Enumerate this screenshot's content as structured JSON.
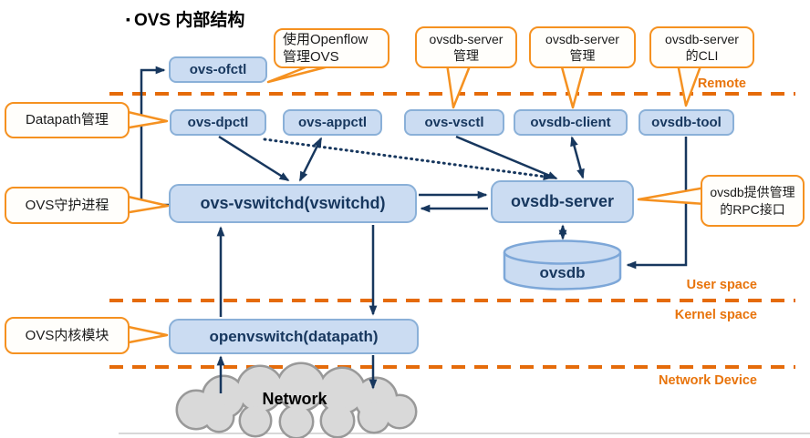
{
  "title": {
    "bullet": "▪",
    "text": "OVS 内部结构"
  },
  "regions": {
    "remote": "Remote",
    "user_space": "User space",
    "kernel_space": "Kernel space",
    "network_device": "Network Device"
  },
  "nodes": {
    "ofctl": "ovs-ofctl",
    "dpctl": "ovs-dpctl",
    "appctl": "ovs-appctl",
    "vsctl": "ovs-vsctl",
    "ovsdb_client": "ovsdb-client",
    "ovsdb_tool": "ovsdb-tool",
    "vswitchd": "ovs-vswitchd(vswitchd)",
    "ovsdb_server": "ovsdb-server",
    "ovsdb": "ovsdb",
    "datapath": "openvswitch(datapath)",
    "network": "Network"
  },
  "callouts": {
    "openflow": "使用Openflow\n管理OVS",
    "vsctl_mgmt": "ovsdb-server\n管理",
    "client_mgmt": "ovsdb-server\n管理",
    "tool_cli": "ovsdb-server\n的CLI",
    "datapath_mgmt": "Datapath管理",
    "daemon": "OVS守护进程",
    "kernel_module": "OVS内核模块",
    "rpc": "ovsdb提供管理\n的RPC接口"
  },
  "colors": {
    "node_fill": "#cbdcf2",
    "node_border": "#8ab0d8",
    "node_text": "#17375e",
    "callout_border": "#f59120",
    "dash_line": "#e56b0a",
    "region_label": "#e8740c",
    "arrow": "#17375e",
    "cloud_fill": "#d9d9d9",
    "cloud_border": "#999999"
  }
}
